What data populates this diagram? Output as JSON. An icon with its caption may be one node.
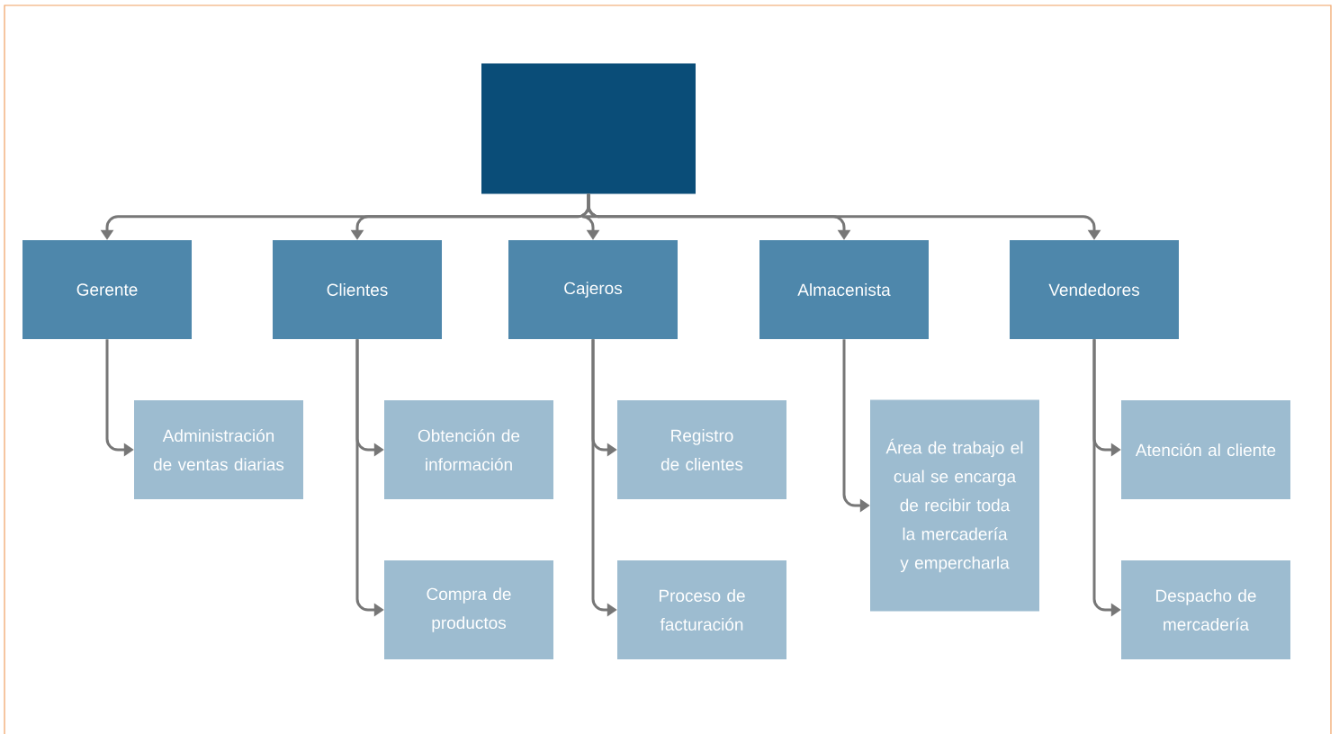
{
  "diagram": {
    "nodes": [
      {
        "text": [],
        "shape": "box"
      },
      {
        "text": [
          "Gerente"
        ]
      },
      {
        "text": [
          "Clientes"
        ]
      },
      {
        "text": [
          "Cajeros"
        ]
      },
      {
        "text": [
          "Almacenista"
        ]
      },
      {
        "text": [
          "Vendedores"
        ]
      },
      {
        "text": [
          "Administración de ventas diarias"
        ]
      },
      {
        "text": [
          "Obtención de información"
        ]
      },
      {
        "text": [
          "Compra de productos"
        ]
      },
      {
        "text": [
          "Registro de clientes"
        ]
      },
      {
        "text": [
          "Proceso de facturación"
        ]
      },
      {
        "text": [
          "Área de trabajo el cual se encarga de recibir toda la mercadería y empercharla"
        ]
      },
      {
        "text": [
          "Atención al cliente"
        ]
      },
      {
        "text": [
          "Despacho de mercadería"
        ]
      }
    ],
    "edges": [
      {
        "from": 0,
        "to": 1,
        "arrow": "to"
      },
      {
        "from": 0,
        "to": 2,
        "arrow": "to"
      },
      {
        "from": 0,
        "to": 3,
        "arrow": "to"
      },
      {
        "from": 0,
        "to": 4,
        "arrow": "to"
      },
      {
        "from": 0,
        "to": 5,
        "arrow": "to"
      },
      {
        "from": 1,
        "to": 6,
        "arrow": "to"
      },
      {
        "from": 2,
        "to": 7,
        "arrow": "to"
      },
      {
        "from": 2,
        "to": 8,
        "arrow": "to"
      },
      {
        "from": 3,
        "to": 9,
        "arrow": "to"
      },
      {
        "from": 3,
        "to": 10,
        "arrow": "to"
      },
      {
        "from": 4,
        "to": 11,
        "arrow": "to"
      },
      {
        "from": 5,
        "to": 12,
        "arrow": "to"
      },
      {
        "from": 5,
        "to": 13,
        "arrow": "to"
      }
    ]
  }
}
